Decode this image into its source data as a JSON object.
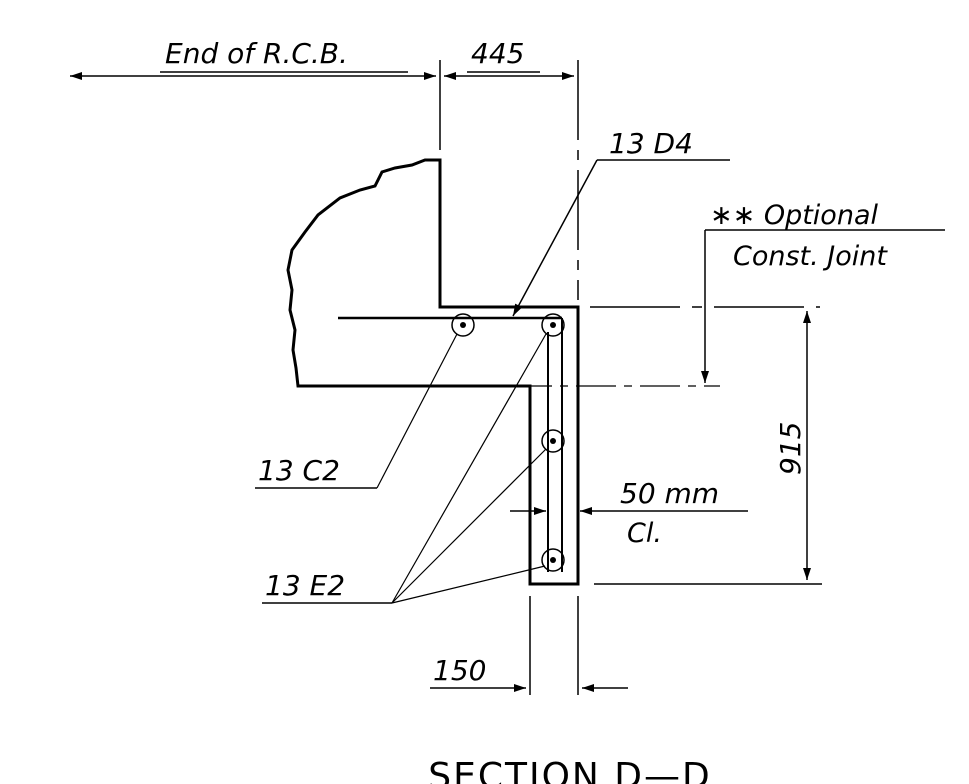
{
  "drawing": {
    "end_label": "End of R.C.B.",
    "dim_top": "445",
    "bar_d4": "13 D4",
    "optional_line1": "∗∗ Optional",
    "optional_line2": "Const. Joint",
    "dim_height": "915",
    "bar_c2": "13 C2",
    "clear_line1": "50 mm",
    "clear_line2": "Cl.",
    "bar_e2": "13 E2",
    "dim_bottom": "150",
    "section_title": "SECTION D—D"
  }
}
